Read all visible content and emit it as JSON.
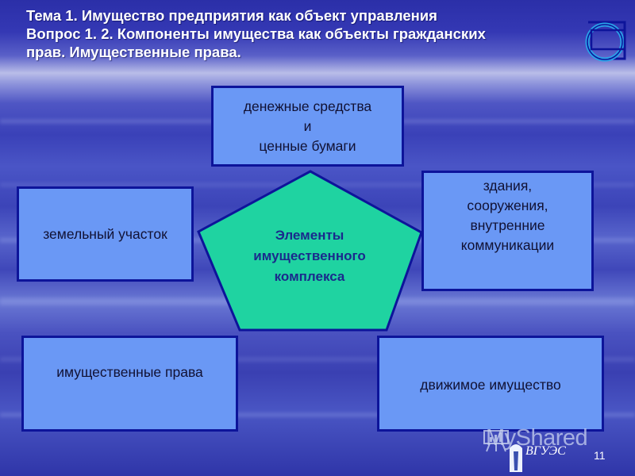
{
  "slide": {
    "title_lines": [
      "Тема 1. Имущество предприятия как объект управления",
      "Вопрос 1. 2. Компоненты имущества как объекты гражданских",
      "прав. Имущественные права."
    ],
    "center": {
      "label": "Элементы\nимущественного\nкомплекса",
      "fill_color": "#1fd3a1",
      "border_color": "#0d149a"
    },
    "boxes": {
      "top": "денежные средства\nи\nценные бумаги",
      "left": "земельный участок",
      "right": "здания,\nсооружения,\nвнутренние\nкоммуникации",
      "bottom_left": "имущественные права",
      "bottom_right": "движимое имущество"
    },
    "box_fill_color": "#6a98f5",
    "box_border_color": "#0d149a",
    "page_number": "11",
    "footer_logo_text": "ВГУЭС",
    "watermark": "MyShared"
  }
}
